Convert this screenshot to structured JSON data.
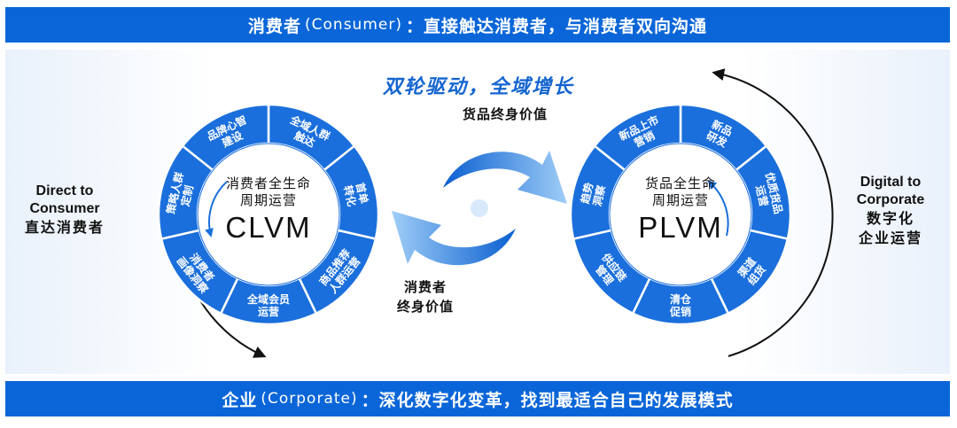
{
  "top_band": {
    "a": "消费者",
    "b": "(Consumer)",
    "c": "：直接触达消费者，与消费者双向沟通"
  },
  "bottom_band": {
    "a": "企业",
    "b": "(Corporate)",
    "c": "：深化数字化变革，找到最适合自己的发展模式"
  },
  "headline": "双轮驱动，全域增长",
  "left_side": {
    "en1": "Direct to",
    "en2": "Consumer",
    "cn": "直达消费者"
  },
  "right_side": {
    "en1": "Digital to",
    "en2": "Corporate",
    "cn1": "数字化",
    "cn2": "企业运营"
  },
  "goods_value": "货品终身价值",
  "consumer_value": {
    "line1": "消费者",
    "line2": "终身价值"
  },
  "clvm": {
    "title1": "消费者全生命",
    "title2": "周期运营",
    "abbr": "CLVM",
    "segments": [
      {
        "l1": "全域人群",
        "l2": "触达"
      },
      {
        "l1": "首单",
        "l2": "转化"
      },
      {
        "l1": "商品推荐",
        "l2": "人群运营"
      },
      {
        "l1": "全域会员",
        "l2": "运营"
      },
      {
        "l1": "消费者",
        "l2": "画像洞察"
      },
      {
        "l1": "策略人群",
        "l2": "定制"
      },
      {
        "l1": "品牌心智",
        "l2": "建设"
      }
    ]
  },
  "plvm": {
    "title1": "货品全生命",
    "title2": "周期运营",
    "abbr": "PLVM",
    "segments": [
      {
        "l1": "新品",
        "l2": "研发"
      },
      {
        "l1": "优质货品",
        "l2": "运营"
      },
      {
        "l1": "渠道",
        "l2": "组货"
      },
      {
        "l1": "清仓",
        "l2": "促销"
      },
      {
        "l1": "供应链",
        "l2": "管理"
      },
      {
        "l1": "趋势",
        "l2": "洞察"
      },
      {
        "l1": "新品上市",
        "l2": "营销"
      }
    ]
  },
  "colors": {
    "band": "#0a66d8",
    "ring": "#1a6fdc",
    "headline": "#1565d0",
    "arrow_light": "#7ab8f5",
    "arrow_dark": "#0a5fd0"
  }
}
